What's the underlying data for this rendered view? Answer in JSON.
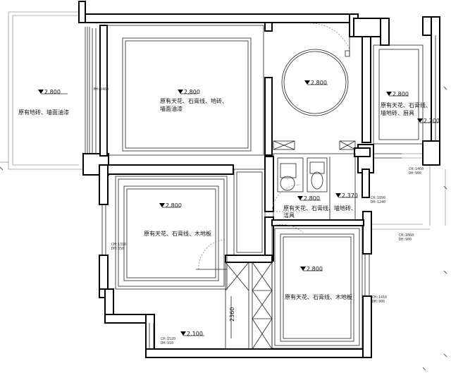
{
  "rooms": {
    "balcony": {
      "elevation": "2.800",
      "desc": "原有地砖、墙面油漆"
    },
    "living": {
      "elevation": "2.800",
      "desc_line1": "原有天花、石膏线、地砖、",
      "desc_line2": "墙面油漆"
    },
    "dining": {
      "elevation": "2.800"
    },
    "kitchen": {
      "elevation": "2.800",
      "desc_line1": "原有天花、石膏线、",
      "desc_line2": "墙地砖、厨具",
      "elevation2": "2.200"
    },
    "bedroom1": {
      "elevation": "2.800",
      "desc": "原有天花、石膏线、木地板"
    },
    "bathroom": {
      "elevation": "2.800",
      "desc_line1": "原有天花、石膏线、墙地砖、",
      "desc_line2": "洁具",
      "elevation2": "2.370"
    },
    "bedroom2": {
      "elevation": "2.800",
      "desc": "原有天花、石膏线、木地板"
    },
    "corridor": {
      "elevation": "2.100"
    }
  },
  "tags": {
    "balcony_window": "MH:2480",
    "kitchen_window_ch": "CH:1460",
    "kitchen_window_dh": "DH:900",
    "bath_window_ch": "CH:1090",
    "bath_window_dh": "DH:1240",
    "right_window_ch": "CH:1860",
    "right_window_dh": "DH:900",
    "bed1_window_ch": "CH:1310",
    "bed1_window_dh": "DH:350",
    "bed2_window_ch": "CH:1410",
    "bed2_window_dh": "DH:900",
    "bottom_window_ch": "CH:1520",
    "bottom_window_dh": "DH:910"
  },
  "dimension": "2360"
}
